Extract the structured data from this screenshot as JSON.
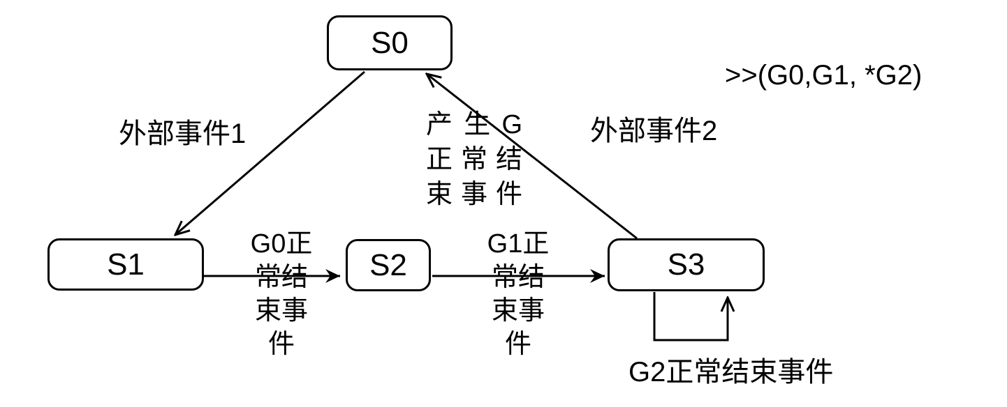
{
  "diagram": {
    "type": "state-machine",
    "annotation": ">>(G0,G1, *G2)",
    "states": [
      {
        "id": "S0",
        "label": "S0"
      },
      {
        "id": "S1",
        "label": "S1"
      },
      {
        "id": "S2",
        "label": "S2"
      },
      {
        "id": "S3",
        "label": "S3"
      }
    ],
    "transitions": [
      {
        "from": "S0",
        "to": "S1",
        "label": "外部事件1"
      },
      {
        "from": "S1",
        "to": "S2",
        "label": "G0正常结束事件",
        "label_lines": [
          "G0正",
          "常结",
          "束事",
          "件"
        ]
      },
      {
        "from": "S2",
        "to": "S3",
        "label": "G1正常结束事件",
        "label_lines": [
          "G1正",
          "常结",
          "束事",
          "件"
        ]
      },
      {
        "from": "S3",
        "to": "S0",
        "label": "外部事件2"
      },
      {
        "from": "S3",
        "to": "S0",
        "label": "产生G正常结束事件",
        "label_lines": [
          "产生G",
          "正常结",
          "束事件"
        ]
      },
      {
        "from": "S3",
        "to": "S3",
        "label": "G2正常结束事件"
      }
    ],
    "colors": {
      "line": "#000000",
      "text": "#000000",
      "box_fill": "#ffffff"
    }
  }
}
